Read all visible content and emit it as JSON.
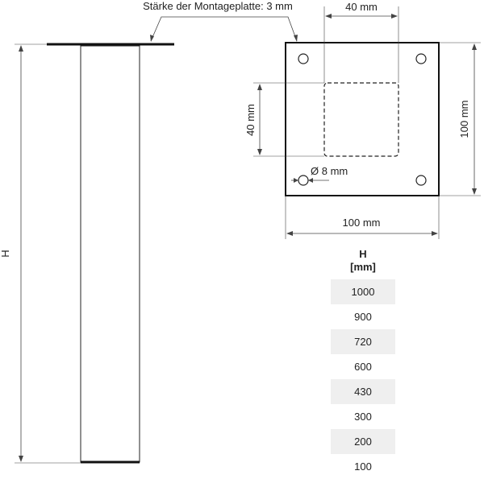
{
  "labels": {
    "plate_thickness": "Stärke der Montageplatte: 3 mm",
    "top_width": "40 mm",
    "side_height": "40 mm",
    "plate_height": "100 mm",
    "plate_width": "100 mm",
    "hole_diameter": "Ø 8 mm",
    "height_symbol": "H"
  },
  "table": {
    "header": "H",
    "unit": "[mm]",
    "values": [
      "1000",
      "900",
      "720",
      "600",
      "430",
      "300",
      "200",
      "100"
    ]
  }
}
